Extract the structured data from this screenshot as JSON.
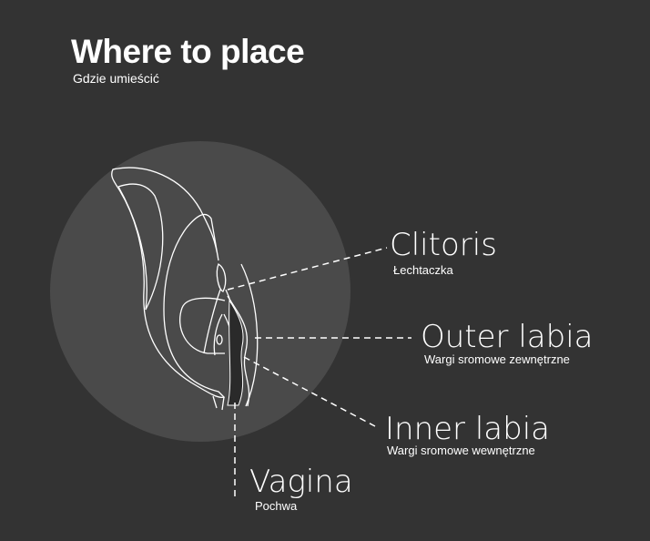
{
  "header": {
    "title": "Where to place",
    "subtitle": "Gdzie umieścić"
  },
  "labels": [
    {
      "name": "Clitoris",
      "translation": "Łechtaczka"
    },
    {
      "name": "Outer labia",
      "translation": "Wargi sromowe zewnętrzne"
    },
    {
      "name": "Inner labia",
      "translation": "Wargi sromowe wewnętrzne"
    },
    {
      "name": "Vagina",
      "translation": "Pochwa"
    }
  ],
  "colors": {
    "background": "#333333",
    "circle": "#4a4a4a",
    "line": "#ffffff"
  }
}
